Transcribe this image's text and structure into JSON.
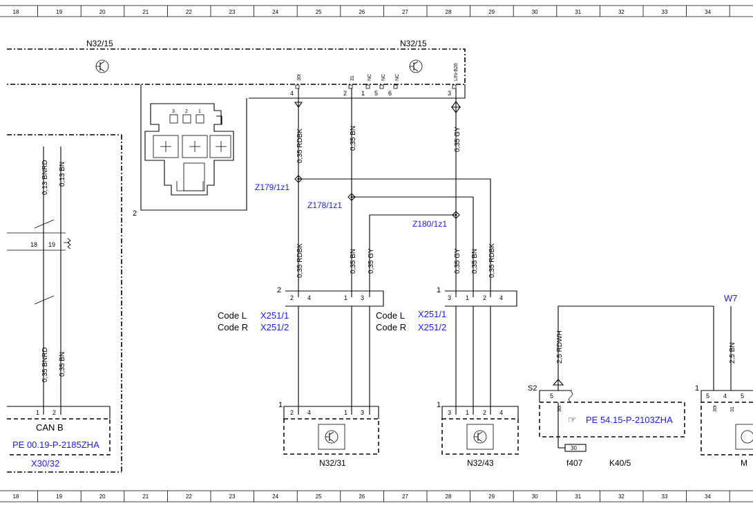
{
  "grid": {
    "cols": [
      "18",
      "19",
      "20",
      "21",
      "22",
      "23",
      "24",
      "25",
      "26",
      "27",
      "28",
      "29",
      "30",
      "31",
      "32",
      "33",
      "34"
    ]
  },
  "components": {
    "n32_15_left": "N32/15",
    "n32_15_right": "N32/15",
    "n32_31": "N32/31",
    "n32_43": "N32/43",
    "x30_32": "X30/32",
    "k40_5": "K40/5",
    "f407": "f407",
    "fuse_30": "30",
    "s2": "S2",
    "w7": "W7",
    "m_partial": "M",
    "can_b": "CAN B"
  },
  "references": {
    "pe_00": "PE 00.19-P-2185ZHA",
    "pe_54": "PE 54.15-P-2103ZHA",
    "hand_icon": "☞"
  },
  "splices": {
    "z179": "Z179/1z1",
    "z178": "Z178/1z1",
    "z180": "Z180/1z1"
  },
  "codes": {
    "code_l": "Code L",
    "code_r": "Code R",
    "x251_1": "X251/1",
    "x251_2": "X251/2"
  },
  "pins": {
    "top": {
      "p30t": "30t",
      "p31": "31",
      "nc": "NC",
      "lin": "LIN-B26"
    },
    "top_nums": {
      "n4": "4",
      "n2": "2",
      "n1": "1",
      "n5": "5",
      "n6": "6",
      "n3": "3"
    },
    "conn_nums": {
      "n3": "3",
      "n2": "2",
      "n1": "1"
    },
    "misc": {
      "n2": "2",
      "n1": "1",
      "n4": "4",
      "n3": "3",
      "n5": "5",
      "n18": "18",
      "n19": "19",
      "p30t": "30t",
      "p31": "31"
    }
  },
  "wires": {
    "rdbk": "0,35 RDBK",
    "bn": "0,35 BN",
    "gy": "0,35 GY",
    "bnrd_013": "0,13 BNRD",
    "bn_013": "0,13 BN",
    "bnrd_035": "0,35 BNRD",
    "bn_035": "0,35 BN",
    "rdwh_25": "2,5 RDWH",
    "bn_25": "2,5 BN"
  }
}
